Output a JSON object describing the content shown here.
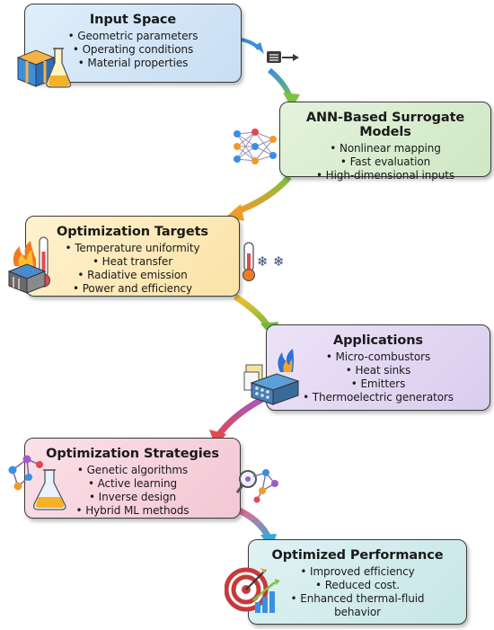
{
  "boxes": [
    {
      "title": "Input Space",
      "items": [
        "Geometric parameters",
        "Operating conditions",
        "Material properties"
      ]
    },
    {
      "title": "ANN-Based Surrogate Models",
      "items": [
        "Nonlinear mapping",
        "Fast evaluation",
        "High-dimensional inputs"
      ]
    },
    {
      "title": "Optimization Targets",
      "items": [
        "Temperature uniformity",
        "Heat transfer",
        "Radiative emission",
        "Power and efficiency"
      ]
    },
    {
      "title": "Applications",
      "items": [
        "Micro-combustors",
        "Heat sinks",
        "Emitters",
        "Thermoelectric generators"
      ]
    },
    {
      "title": "Optimization Strategies",
      "items": [
        "Genetic algorithms",
        "Active learning",
        "Inverse design",
        "Hybrid ML methods"
      ]
    },
    {
      "title": "Optimized Performance",
      "items": [
        "Improved efficiency",
        "Reduced cost.",
        "Enhanced thermal-fluid",
        "behavior"
      ]
    }
  ],
  "colors": {
    "arrow_blue": "#3b8fe0",
    "arrow_green": "#7cc242",
    "arrow_orange": "#f09a2a",
    "arrow_red": "#e2494f",
    "arrow_purple": "#a05bc5",
    "arrow_pink": "#ea6a8f",
    "arrow_cyan": "#3aa7d6"
  },
  "icons": [
    "cube-flask-icon",
    "data-arrow-icon",
    "neural-network-icon",
    "flame-device-icon",
    "thermometer-icon",
    "snowflake-icon",
    "combustor-icon",
    "molecule-flask-icon",
    "magnifier-network-icon",
    "target-chart-icon"
  ]
}
